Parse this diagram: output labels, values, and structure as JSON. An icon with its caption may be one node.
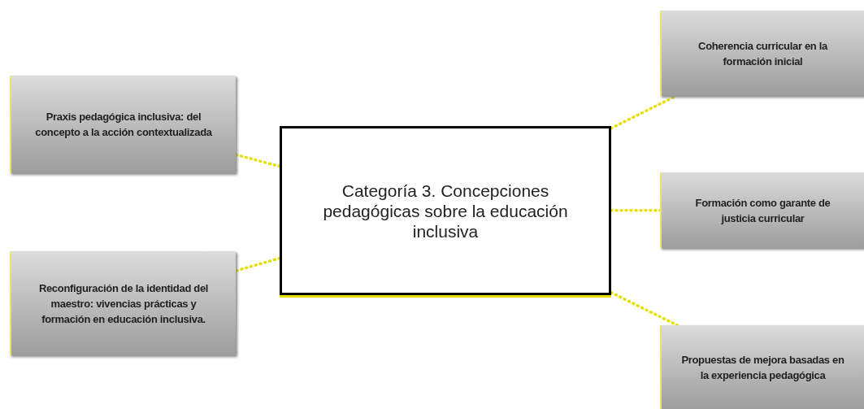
{
  "diagram": {
    "nodes": [
      {
        "text": [
          "Categoría 3. Concepciones pedagógicas sobre la educación inclusiva"
        ]
      },
      {
        "text": [
          "Praxis pedagógica inclusiva: del concepto a la acción contextualizada"
        ]
      },
      {
        "text": [
          "Reconfiguración de la identidad del maestro: vivencias prácticas y formación en educación inclusiva."
        ]
      },
      {
        "text": [
          "Coherencia curricular en la formación inicial"
        ]
      },
      {
        "text": [
          "Formación como garante de justicia curricular"
        ]
      },
      {
        "text": [
          "Propuestas de mejora basadas en la experiencia pedagógica"
        ]
      }
    ],
    "edges": [
      {
        "from": 0,
        "to": 1,
        "arrow": "none",
        "style": "dashed"
      },
      {
        "from": 0,
        "to": 2,
        "arrow": "none",
        "style": "dashed"
      },
      {
        "from": 0,
        "to": 3,
        "arrow": "none",
        "style": "dashed"
      },
      {
        "from": 0,
        "to": 4,
        "arrow": "none",
        "style": "dashed"
      },
      {
        "from": 0,
        "to": 5,
        "arrow": "none",
        "style": "dashed"
      }
    ]
  }
}
